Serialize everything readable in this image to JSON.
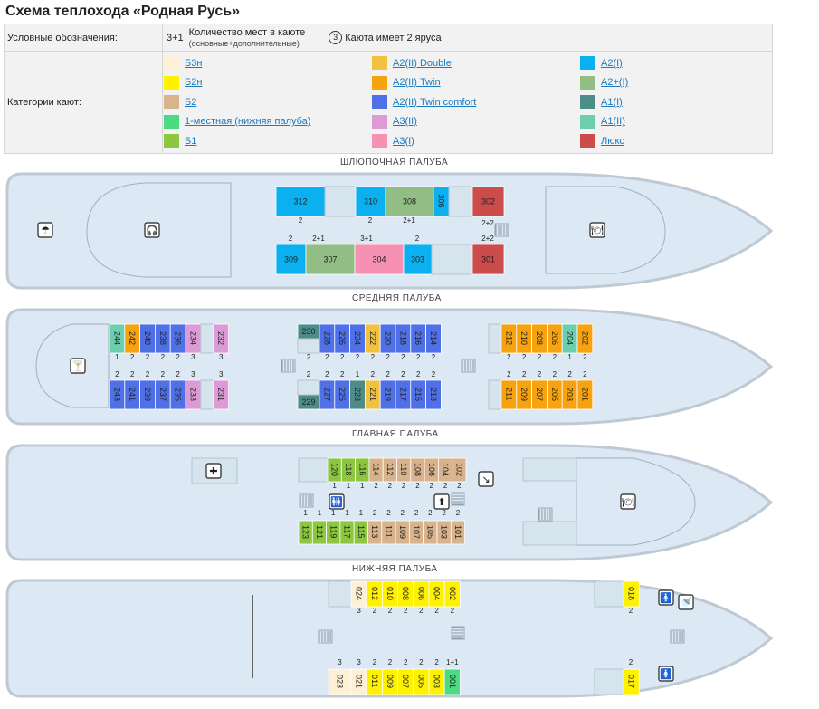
{
  "title": "Схема теплохода «Родная Русь»",
  "legend": {
    "label_symbols": "Условные обозначения:",
    "seats_sample": "3+1",
    "seats_desc": "Количество мест в каюте",
    "seats_desc2": "(основные+дополнительные)",
    "tier_sample": "3",
    "tier_desc": "Каюта имеет 2 яруса",
    "label_categories": "Категории кают:",
    "categories": [
      {
        "name": "Б3н",
        "color": "#fdf0d5"
      },
      {
        "name": "Б2н",
        "color": "#fff200"
      },
      {
        "name": "Б2",
        "color": "#d9b38c"
      },
      {
        "name": "1-местная (нижняя палуба)",
        "color": "#4cda82"
      },
      {
        "name": "Б1",
        "color": "#8dc63f"
      },
      {
        "name": "А2(II) Double",
        "color": "#f2c13f"
      },
      {
        "name": "А2(II) Twin",
        "color": "#f7a20f"
      },
      {
        "name": "А2(II) Twin comfort",
        "color": "#4f70e6"
      },
      {
        "name": "А3(II)",
        "color": "#dc9ad6"
      },
      {
        "name": "А3(I)",
        "color": "#f791b4"
      },
      {
        "name": "А2(I)",
        "color": "#0ab0ef"
      },
      {
        "name": "А2+(I)",
        "color": "#92be86"
      },
      {
        "name": "А1(I)",
        "color": "#4e8c8a"
      },
      {
        "name": "А1(II)",
        "color": "#6bcfae"
      },
      {
        "name": "Люкс",
        "color": "#cc4b4b"
      }
    ]
  },
  "decks": {
    "boat": "ШЛЮПОЧНАЯ ПАЛУБА",
    "middle": "СРЕДНЯЯ ПАЛУБА",
    "main": "ГЛАВНАЯ ПАЛУБА",
    "lower": "НИЖНЯЯ ПАЛУБА"
  },
  "cabins": {
    "boat": [
      {
        "n": "312",
        "c": "#0ab0ef",
        "s": "2"
      },
      {
        "n": "310",
        "c": "#0ab0ef",
        "s": "2"
      },
      {
        "n": "308",
        "c": "#92be86",
        "s": "2+1"
      },
      {
        "n": "306",
        "c": "#0ab0ef",
        "s": ""
      },
      {
        "n": "302",
        "c": "#cc4b4b",
        "s": "2+2"
      },
      {
        "n": "309",
        "c": "#0ab0ef",
        "s": "2"
      },
      {
        "n": "307",
        "c": "#92be86",
        "s": "2+1"
      },
      {
        "n": "304",
        "c": "#f791b4",
        "s": "3+1"
      },
      {
        "n": "303",
        "c": "#0ab0ef",
        "s": "2"
      },
      {
        "n": "301",
        "c": "#cc4b4b",
        "s": "2+2"
      }
    ],
    "middle_top": [
      {
        "n": "244",
        "c": "#6bcfae",
        "s": "1"
      },
      {
        "n": "242",
        "c": "#f7a20f",
        "s": "2"
      },
      {
        "n": "240",
        "c": "#4f70e6",
        "s": "2"
      },
      {
        "n": "238",
        "c": "#4f70e6",
        "s": "2"
      },
      {
        "n": "236",
        "c": "#4f70e6",
        "s": "2"
      },
      {
        "n": "234",
        "c": "#dc9ad6",
        "s": "3"
      },
      {
        "n": "232",
        "c": "#dc9ad6",
        "s": "3"
      },
      {
        "n": "230",
        "c": "#4e8c8a",
        "s": "1"
      },
      {
        "n": "228",
        "c": "#4f70e6",
        "s": "2"
      },
      {
        "n": "226",
        "c": "#4f70e6",
        "s": "2"
      },
      {
        "n": "224",
        "c": "#4f70e6",
        "s": "2"
      },
      {
        "n": "222",
        "c": "#f2c13f",
        "s": "2"
      },
      {
        "n": "220",
        "c": "#4f70e6",
        "s": "2"
      },
      {
        "n": "218",
        "c": "#4f70e6",
        "s": "2"
      },
      {
        "n": "216",
        "c": "#4f70e6",
        "s": "2"
      },
      {
        "n": "214",
        "c": "#4f70e6",
        "s": "2"
      },
      {
        "n": "212",
        "c": "#f7a20f",
        "s": "2"
      },
      {
        "n": "210",
        "c": "#f7a20f",
        "s": "2"
      },
      {
        "n": "208",
        "c": "#f7a20f",
        "s": "2"
      },
      {
        "n": "206",
        "c": "#f7a20f",
        "s": "2"
      },
      {
        "n": "204",
        "c": "#6bcfae",
        "s": "1"
      },
      {
        "n": "202",
        "c": "#f7a20f",
        "s": "2"
      }
    ],
    "middle_bottom": [
      {
        "n": "243",
        "c": "#4f70e6",
        "s": "2"
      },
      {
        "n": "241",
        "c": "#4f70e6",
        "s": "2"
      },
      {
        "n": "239",
        "c": "#4f70e6",
        "s": "2"
      },
      {
        "n": "237",
        "c": "#4f70e6",
        "s": "2"
      },
      {
        "n": "235",
        "c": "#4f70e6",
        "s": "2"
      },
      {
        "n": "233",
        "c": "#dc9ad6",
        "s": "3"
      },
      {
        "n": "231",
        "c": "#dc9ad6",
        "s": "3"
      },
      {
        "n": "229",
        "c": "#4e8c8a",
        "s": "1"
      },
      {
        "n": "227",
        "c": "#4f70e6",
        "s": "2"
      },
      {
        "n": "225",
        "c": "#4f70e6",
        "s": "2"
      },
      {
        "n": "223",
        "c": "#4e8c8a",
        "s": "1"
      },
      {
        "n": "221",
        "c": "#f2c13f",
        "s": "2"
      },
      {
        "n": "219",
        "c": "#4f70e6",
        "s": "2"
      },
      {
        "n": "217",
        "c": "#4f70e6",
        "s": "2"
      },
      {
        "n": "215",
        "c": "#4f70e6",
        "s": "2"
      },
      {
        "n": "213",
        "c": "#4f70e6",
        "s": "2"
      },
      {
        "n": "211",
        "c": "#f7a20f",
        "s": "2"
      },
      {
        "n": "209",
        "c": "#f7a20f",
        "s": "2"
      },
      {
        "n": "207",
        "c": "#f7a20f",
        "s": "2"
      },
      {
        "n": "205",
        "c": "#f7a20f",
        "s": "2"
      },
      {
        "n": "203",
        "c": "#f7a20f",
        "s": "2"
      },
      {
        "n": "201",
        "c": "#f7a20f",
        "s": "2"
      }
    ],
    "main_top": [
      {
        "n": "120",
        "c": "#8dc63f",
        "s": "1"
      },
      {
        "n": "118",
        "c": "#8dc63f",
        "s": "1"
      },
      {
        "n": "116",
        "c": "#8dc63f",
        "s": "1"
      },
      {
        "n": "114",
        "c": "#d9b38c",
        "s": "2"
      },
      {
        "n": "112",
        "c": "#d9b38c",
        "s": "2"
      },
      {
        "n": "110",
        "c": "#d9b38c",
        "s": "2"
      },
      {
        "n": "108",
        "c": "#d9b38c",
        "s": "2"
      },
      {
        "n": "106",
        "c": "#d9b38c",
        "s": "2"
      },
      {
        "n": "104",
        "c": "#d9b38c",
        "s": "2"
      },
      {
        "n": "102",
        "c": "#d9b38c",
        "s": "2"
      }
    ],
    "main_bottom": [
      {
        "n": "123",
        "c": "#8dc63f",
        "s": "1"
      },
      {
        "n": "121",
        "c": "#8dc63f",
        "s": "1"
      },
      {
        "n": "119",
        "c": "#8dc63f",
        "s": "1"
      },
      {
        "n": "117",
        "c": "#8dc63f",
        "s": "1"
      },
      {
        "n": "115",
        "c": "#8dc63f",
        "s": "1"
      },
      {
        "n": "113",
        "c": "#d9b38c",
        "s": "2"
      },
      {
        "n": "111",
        "c": "#d9b38c",
        "s": "2"
      },
      {
        "n": "109",
        "c": "#d9b38c",
        "s": "2"
      },
      {
        "n": "107",
        "c": "#d9b38c",
        "s": "2"
      },
      {
        "n": "105",
        "c": "#d9b38c",
        "s": "2"
      },
      {
        "n": "103",
        "c": "#d9b38c",
        "s": "2"
      },
      {
        "n": "101",
        "c": "#d9b38c",
        "s": "2"
      }
    ],
    "lower_top": [
      {
        "n": "024",
        "c": "#fdf0d5",
        "s": "3"
      },
      {
        "n": "012",
        "c": "#fff200",
        "s": "2"
      },
      {
        "n": "010",
        "c": "#fff200",
        "s": "2"
      },
      {
        "n": "008",
        "c": "#fff200",
        "s": "2"
      },
      {
        "n": "006",
        "c": "#fff200",
        "s": "2"
      },
      {
        "n": "004",
        "c": "#fff200",
        "s": "2"
      },
      {
        "n": "002",
        "c": "#fff200",
        "s": "2"
      },
      {
        "n": "018",
        "c": "#fff200",
        "s": "2"
      }
    ],
    "lower_bottom": [
      {
        "n": "023",
        "c": "#fdf0d5",
        "s": "3"
      },
      {
        "n": "021",
        "c": "#fdf0d5",
        "s": "3"
      },
      {
        "n": "011",
        "c": "#fff200",
        "s": "2"
      },
      {
        "n": "009",
        "c": "#fff200",
        "s": "2"
      },
      {
        "n": "007",
        "c": "#fff200",
        "s": "2"
      },
      {
        "n": "005",
        "c": "#fff200",
        "s": "2"
      },
      {
        "n": "003",
        "c": "#fff200",
        "s": "2"
      },
      {
        "n": "001",
        "c": "#4cda82",
        "s": "1+1"
      },
      {
        "n": "017",
        "c": "#fff200",
        "s": "2"
      }
    ]
  },
  "icons": [
    "sun-deck-icon",
    "headphones-icon",
    "restaurant-icon",
    "bar-icon",
    "medical-icon",
    "stairs-icon",
    "toilet-icon",
    "shower-icon",
    "elevator-icon"
  ]
}
